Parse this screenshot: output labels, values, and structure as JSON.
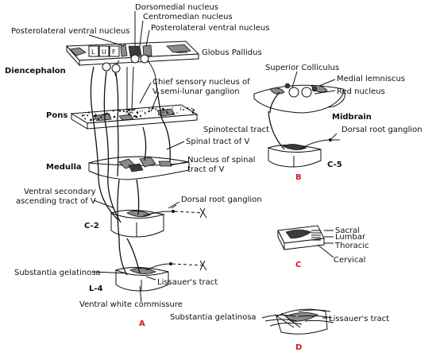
{
  "labels": {
    "dorsomedial": "Dorsomedial nucleus",
    "centromedian": "Centromedian nucleus",
    "pl_ventral_left": "Posterolateral ventral nucleus",
    "pl_ventral_right": "Posterolateral ventral nucleus",
    "globus_pallidus": "Globus Pallidus",
    "diencephalon": "Diencephalon",
    "chief_sensory_1": "Chief sensory nucleus of",
    "chief_sensory_2": "V semi-lunar ganglion",
    "pons": "Pons",
    "spinal_tract": "Spinal tract of V",
    "medulla": "Medulla",
    "nucleus_spinal_1": "Nucleus of spinal",
    "nucleus_spinal_2": "tract of V",
    "ventral_secondary_1": "Ventral secondary",
    "ventral_secondary_2": "ascending tract of V",
    "dorsal_root_a": "Dorsal root ganglion",
    "c2": "C-2",
    "subst_gel_a": "Substantia gelatinosa",
    "l4": "L-4",
    "lissauer_a": "Lissauer's tract",
    "ventral_white": "Ventral white commissure",
    "superior_colliculus": "Superior Colliculus",
    "medial_lemniscus": "Medial lemniscus",
    "red_nucleus": "Red nucleus",
    "midbrain": "Midbrain",
    "spinotectal": "Spinotectal tract",
    "dorsal_root_b": "Dorsal root ganglion",
    "c5": "C-5",
    "sacral": "Sacral",
    "lumbar": "Lumbar",
    "thoracic": "Thoracic",
    "cervical": "Cervical",
    "subst_gel_d": "Substantia gelatinosa",
    "lissauer_d": "Lissauer's tract"
  },
  "thalamus_letters": [
    "L",
    "U",
    "F"
  ],
  "panels": {
    "a": "A",
    "b": "B",
    "c": "C",
    "d": "D"
  }
}
